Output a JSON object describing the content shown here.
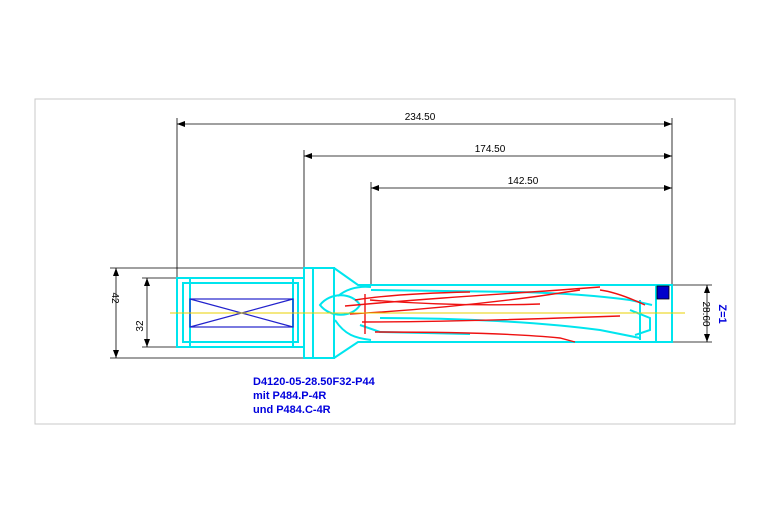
{
  "dimensions": {
    "total_length": "234.50",
    "body_length": "174.50",
    "drill_depth": "142.50",
    "shank_outer_dia": "42",
    "shank_dia": "32",
    "drill_dia": "28.60",
    "teeth": "Z=1"
  },
  "label_lines": [
    "D4120-05-28.50F32-P44",
    "mit P484.P-4R",
    "und P484.C-4R"
  ],
  "colors": {
    "outline": "#00e5ee",
    "flute": "#ee1111",
    "cross": "#2222cc",
    "centerline": "#e8d000",
    "dimension": "#000000",
    "label": "#0000dd",
    "insert": "#0000cc",
    "frame": "#c8c8c8"
  }
}
